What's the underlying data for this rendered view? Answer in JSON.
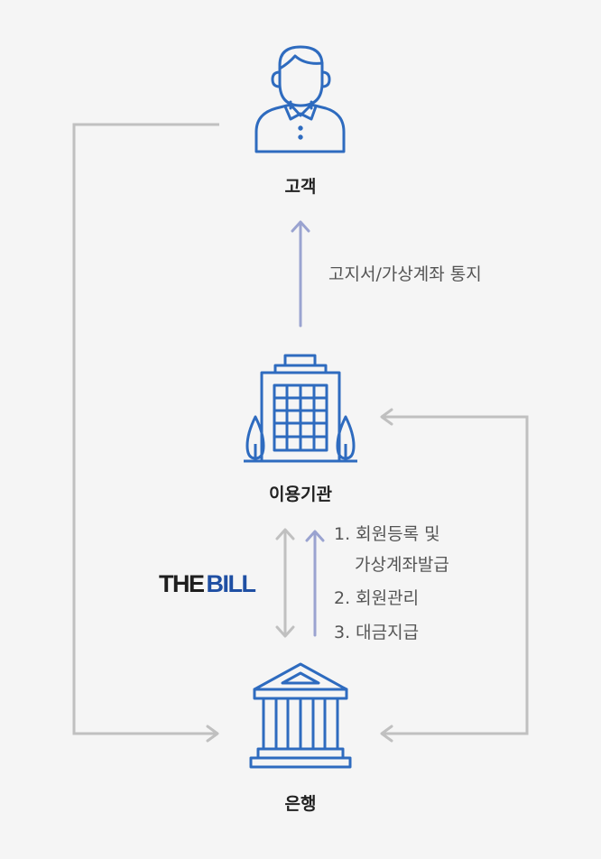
{
  "nodes": {
    "customer": "고객",
    "institution": "이용기관",
    "bank": "은행"
  },
  "flows": {
    "notify": "고지서/가상계좌 통지",
    "steps": [
      "1. 회원등록 및",
      "가상계좌발급",
      "2. 회원관리",
      "3. 대금지급"
    ]
  },
  "logo": {
    "the": "THE",
    "bill": "BILL"
  },
  "colors": {
    "icon_blue": "#2e6bbf",
    "arrow_purple": "#9aa3d0",
    "line_gray": "#c0c0c0",
    "logo_blue": "#1f4fa3"
  },
  "icons": [
    "person-icon",
    "building-icon",
    "bank-icon"
  ]
}
